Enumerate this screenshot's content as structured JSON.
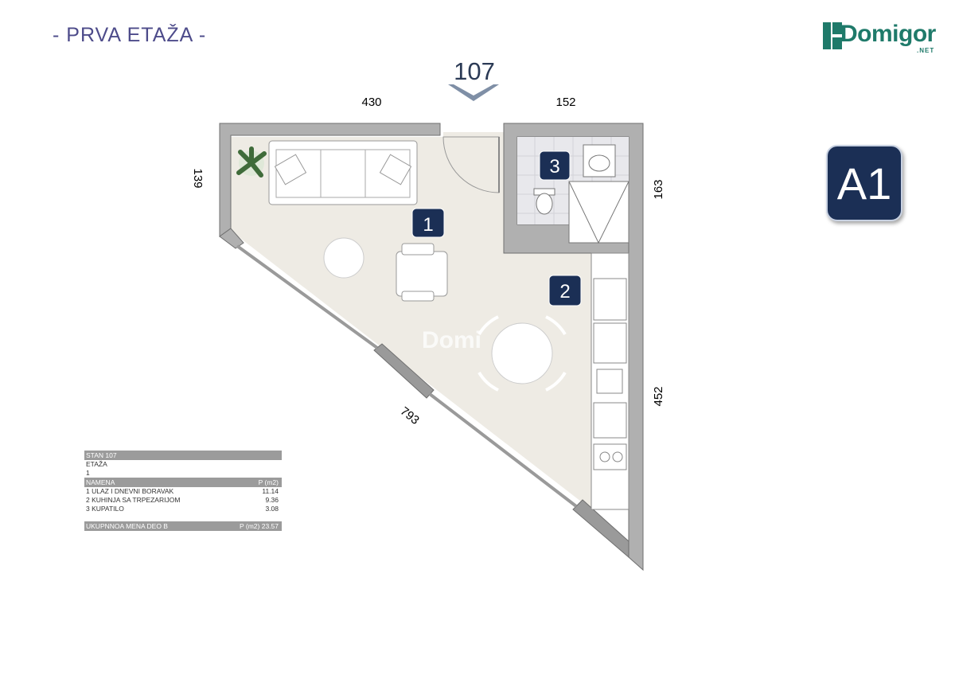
{
  "header": {
    "floor_title": "- PRVA ETAŽA -"
  },
  "logo": {
    "word": "Domigor",
    "suffix": ".NET",
    "color": "#1f7a6a"
  },
  "unit_badge": {
    "label": "A1",
    "color": "#1b2f55"
  },
  "plan": {
    "apartment_number": "107",
    "dimensions": {
      "top_left": "430",
      "top_right": "152",
      "left": "139",
      "right_upper": "163",
      "right_lower": "452",
      "diagonal": "793"
    },
    "rooms": [
      {
        "number": "1"
      },
      {
        "number": "2"
      },
      {
        "number": "3"
      }
    ],
    "watermark": "Domi"
  },
  "table": {
    "header": "STAN 107",
    "floor_label": "ETAŽA",
    "floor_value": "1",
    "col_name": "NAMENA",
    "col_area": "P (m2)",
    "rows": [
      {
        "name": "1 ULAZ I DNEVNI BORAVAK",
        "area": "11.14"
      },
      {
        "name": "2 KUHINJA SA TRPEZARIJOM",
        "area": "9.36"
      },
      {
        "name": "3 KUPATILO",
        "area": "3.08"
      }
    ],
    "total_label": "UKUPNNOA MENA DEO B",
    "total_value": "P (m2) 23.57"
  }
}
